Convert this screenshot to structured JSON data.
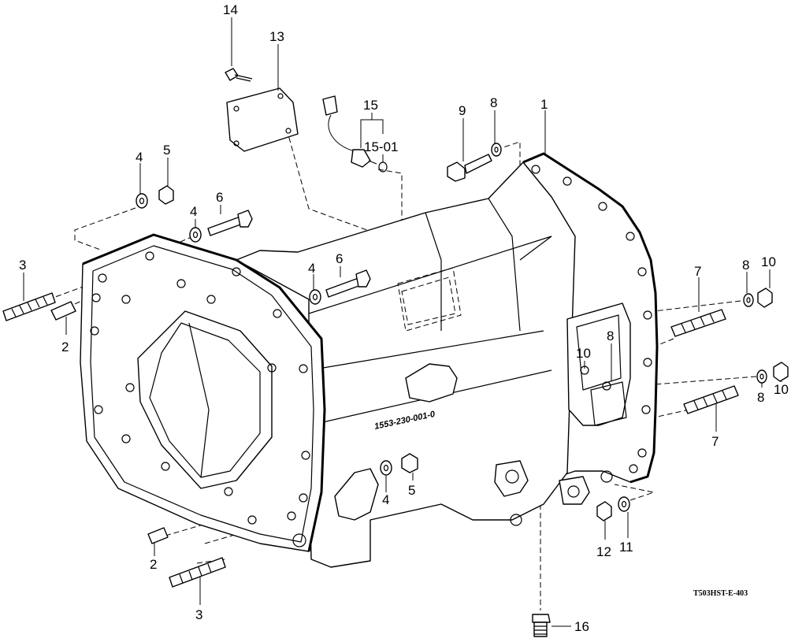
{
  "diagram": {
    "parts": [
      {
        "id": "1",
        "label": "1"
      },
      {
        "id": "2a",
        "label": "2"
      },
      {
        "id": "2b",
        "label": "2"
      },
      {
        "id": "3a",
        "label": "3"
      },
      {
        "id": "3b",
        "label": "3"
      },
      {
        "id": "4a",
        "label": "4"
      },
      {
        "id": "4b",
        "label": "4"
      },
      {
        "id": "4c",
        "label": "4"
      },
      {
        "id": "4d",
        "label": "4"
      },
      {
        "id": "5a",
        "label": "5"
      },
      {
        "id": "5b",
        "label": "5"
      },
      {
        "id": "6a",
        "label": "6"
      },
      {
        "id": "6b",
        "label": "6"
      },
      {
        "id": "7a",
        "label": "7"
      },
      {
        "id": "7b",
        "label": "7"
      },
      {
        "id": "8a",
        "label": "8"
      },
      {
        "id": "8b",
        "label": "8"
      },
      {
        "id": "8c",
        "label": "8"
      },
      {
        "id": "8d",
        "label": "8"
      },
      {
        "id": "9",
        "label": "9"
      },
      {
        "id": "10a",
        "label": "10"
      },
      {
        "id": "10b",
        "label": "10"
      },
      {
        "id": "10c",
        "label": "10"
      },
      {
        "id": "11",
        "label": "11"
      },
      {
        "id": "12",
        "label": "12"
      },
      {
        "id": "13",
        "label": "13"
      },
      {
        "id": "14",
        "label": "14"
      },
      {
        "id": "15",
        "label": "15"
      },
      {
        "id": "15-01",
        "label": "15-01"
      },
      {
        "id": "16",
        "label": "16"
      }
    ],
    "casting_stamp": "1553-230-001-0",
    "drawing_code": "T503HST-E-403"
  }
}
